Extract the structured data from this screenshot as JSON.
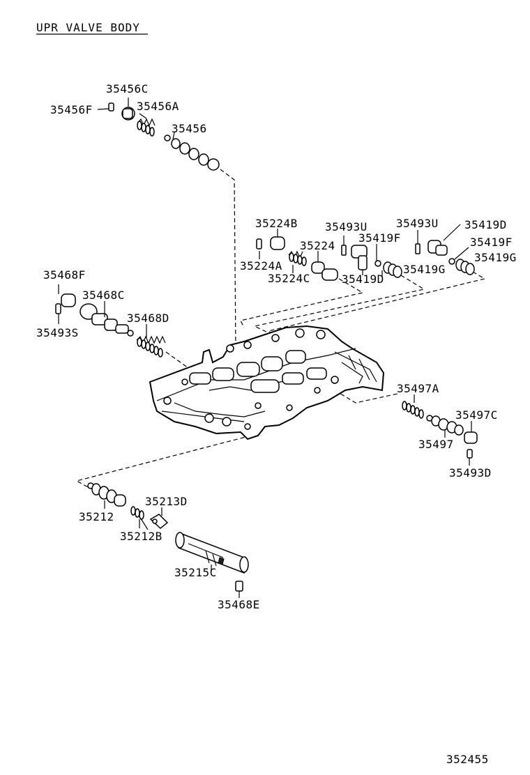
{
  "title": "UPR VALVE BODY",
  "diagram_number": "352455",
  "labels": {
    "p35456C": "35456C",
    "p35456F": "35456F",
    "p35456A": "35456A",
    "p35456": "35456",
    "p35224B": "35224B",
    "p35493U_a": "35493U",
    "p35224": "35224",
    "p35419F_a": "35419F",
    "p35224A": "35224A",
    "p35224C": "35224C",
    "p35419D_a": "35419D",
    "p35419G_a": "35419G",
    "p35493U_b": "35493U",
    "p35419D_b": "35419D",
    "p35419F_b": "35419F",
    "p35419G_b": "35419G",
    "p35468F": "35468F",
    "p35468C": "35468C",
    "p35468D": "35468D",
    "p35493S": "35493S",
    "p35497A": "35497A",
    "p35497C": "35497C",
    "p35497": "35497",
    "p35493D": "35493D",
    "p35213D": "35213D",
    "p35212": "35212",
    "p35212B": "35212B",
    "p35215C": "35215C",
    "p35468E": "35468E"
  }
}
